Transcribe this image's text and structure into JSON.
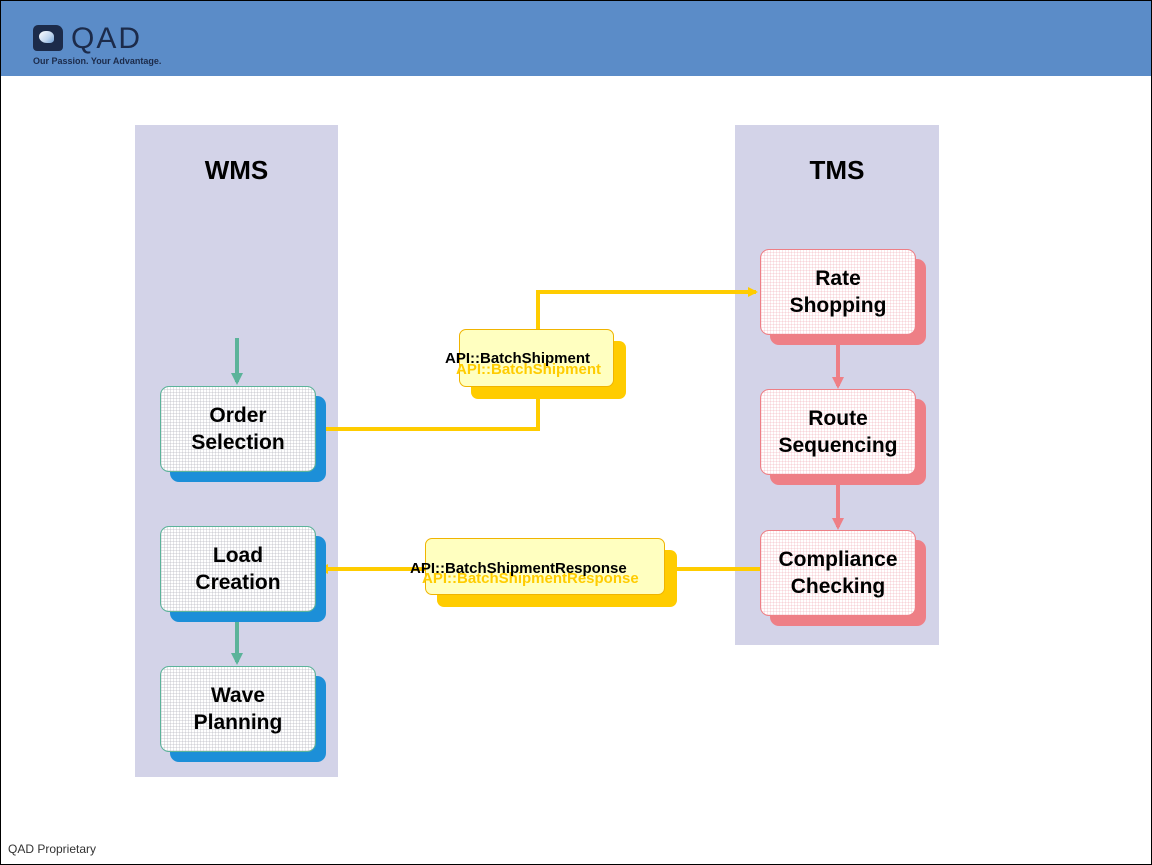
{
  "header": {
    "logo_text": "QAD",
    "tagline": "Our Passion. Your Advantage."
  },
  "wms": {
    "title": "WMS",
    "boxes": [
      "Order\nSelection",
      "Load\nCreation",
      "Wave\nPlanning"
    ]
  },
  "tms": {
    "title": "TMS",
    "boxes": [
      "Rate\nShopping",
      "Route\nSequencing",
      "Compliance\nChecking"
    ]
  },
  "messages": {
    "outbound": "API::BatchShipment",
    "inbound": "API::BatchShipmentResponse"
  },
  "footer": {
    "text": "QAD Proprietary"
  },
  "colors": {
    "header": "#5b8cc8",
    "column": "#d3d3e8",
    "wms_shadow": "#1c8fd8",
    "wms_arrow": "#5bb39a",
    "tms_shadow": "#ee7f86",
    "message_line": "#ffcc00",
    "message_fill": "#ffffc0"
  }
}
